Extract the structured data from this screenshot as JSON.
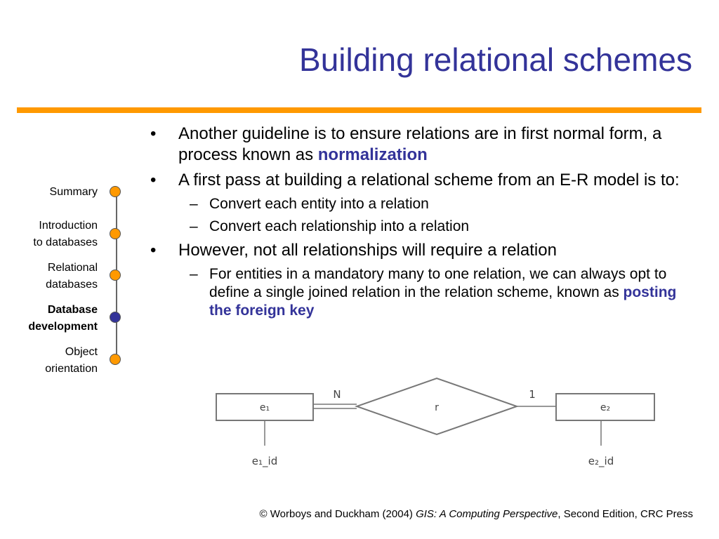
{
  "slide": {
    "title": "Building relational schemes"
  },
  "nav": {
    "items": [
      {
        "label_lines": [
          "Summary"
        ],
        "current": false
      },
      {
        "label_lines": [
          "Introduction",
          "to databases"
        ],
        "current": false
      },
      {
        "label_lines": [
          "Relational",
          "databases"
        ],
        "current": false
      },
      {
        "label_lines": [
          "Database",
          "development"
        ],
        "current": true
      },
      {
        "label_lines": [
          "Object",
          "orientation"
        ],
        "current": false
      }
    ]
  },
  "content": {
    "b1_text": "Another guideline is to ensure relations are in first normal form, a process known as ",
    "b1_term": "normalization",
    "b2_text": "A first pass at building a relational scheme from an E-R model is to:",
    "b2_sub1": "Convert each entity into a relation",
    "b2_sub2": "Convert each relationship into a relation",
    "b3_text": "However, not all relationships will require a relation",
    "b3_sub1_text": "For entities in a mandatory many to one relation, we can always opt to define a single joined relation in the relation scheme, known as ",
    "b3_sub1_term": "posting the foreign key",
    "bullet_mark": "•",
    "sub_mark": "–"
  },
  "diagram": {
    "entity1": "e₁",
    "entity2": "e₂",
    "relationship": "r",
    "card_left": "N",
    "card_right": "1",
    "attr1": "e₁_id",
    "attr2": "e₂_id"
  },
  "footer": {
    "prefix": "©  Worboys and Duckham (2004) ",
    "book": "GIS: A Computing Perspective",
    "suffix": ", Second Edition, CRC Press"
  },
  "colors": {
    "title": "#333399",
    "rule": "#ff9900",
    "nav_dot": "#ff9900",
    "nav_dot_current": "#333399",
    "highlight": "#333399"
  }
}
